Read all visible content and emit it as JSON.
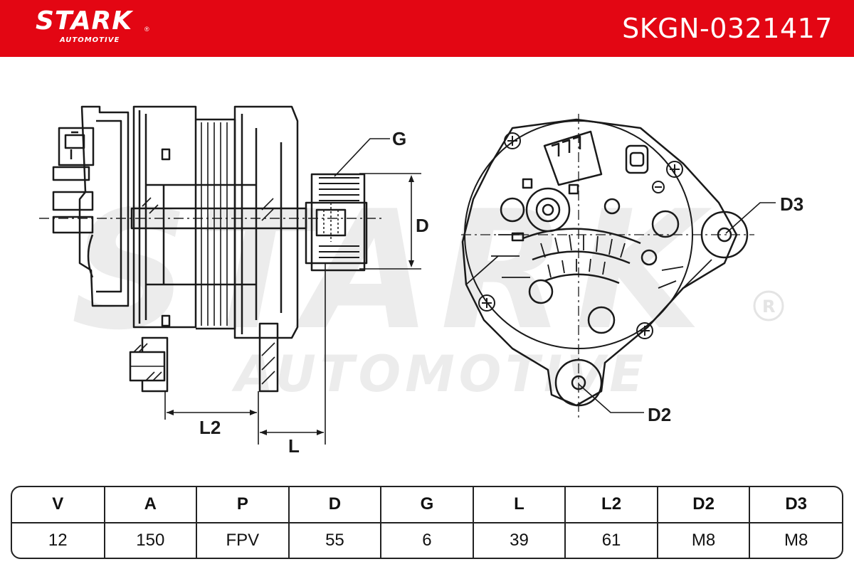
{
  "brand": {
    "name": "STARK",
    "sub": "AUTOMOTIVE",
    "registered": "®"
  },
  "part_number": "SKGN-0321417",
  "labels": {
    "G": "G",
    "D": "D",
    "D3": "D3",
    "D2": "D2",
    "L2": "L2",
    "L": "L"
  },
  "colors": {
    "header": "#e30613",
    "line": "#1a1a1a",
    "watermark": "#ececec"
  },
  "specs": {
    "headers": [
      "V",
      "A",
      "P",
      "D",
      "G",
      "L",
      "L2",
      "D2",
      "D3"
    ],
    "values": [
      "12",
      "150",
      "FPV",
      "55",
      "6",
      "39",
      "61",
      "M8",
      "M8"
    ]
  }
}
